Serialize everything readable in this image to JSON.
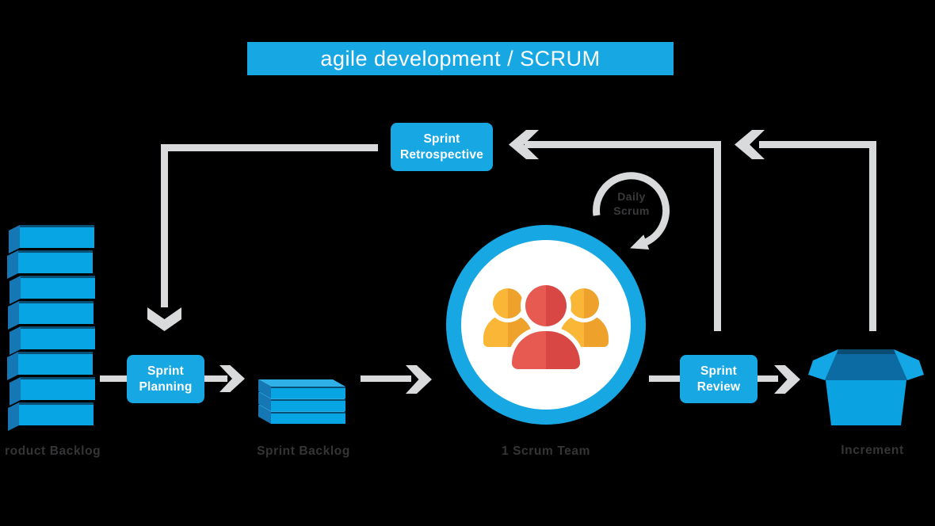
{
  "title": {
    "text": "agile development / SCRUM"
  },
  "nodes": {
    "sprint_retrospective": {
      "line1": "Sprint",
      "line2": "Retrospective"
    },
    "sprint_planning": {
      "line1": "Sprint",
      "line2": "Planning"
    },
    "sprint_review": {
      "line1": "Sprint",
      "line2": "Review"
    },
    "daily_scrum": {
      "line1": "Daily",
      "line2": "Scrum"
    }
  },
  "labels": {
    "product_backlog": "roduct Backlog",
    "sprint_backlog": "Sprint Backlog",
    "scrum_team": "1 Scrum Team",
    "increment": "Increment"
  },
  "icons": {
    "product_backlog_stack": "stack-of-blue-slabs",
    "product_backlog_slab_count": 8,
    "sprint_backlog_stack": "small-stack-of-blue-slabs",
    "sprint_backlog_slab_count": 3,
    "scrum_team_icon": "three-people-in-circle",
    "increment_icon": "open-box",
    "daily_scrum_icon": "circular-loop-arrow"
  },
  "colors": {
    "background": "#000000",
    "accent_blue": "#17A7E2",
    "stack_front": "#07A5E3",
    "stack_side": "#1577B3",
    "stack_top": "#2FB0E7",
    "stack_edge": "#0A4F74",
    "box_interior": "#0D6BA3",
    "arrow_gray": "#D9DADB",
    "label_gray": "#353537",
    "person_red_light": "#E65A52",
    "person_red_dark": "#D94744",
    "person_orange_light": "#F9B637",
    "person_orange_dark": "#EEA12B",
    "white": "#FFFFFF"
  }
}
